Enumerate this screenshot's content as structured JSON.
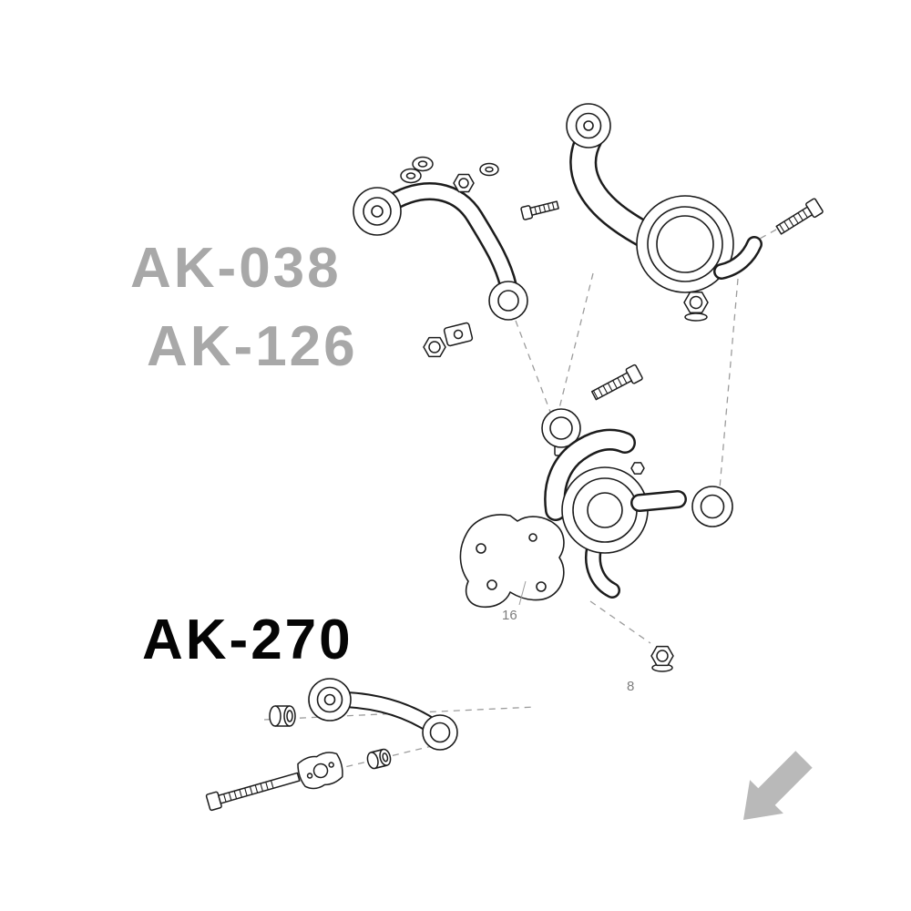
{
  "labels": {
    "ak038": "AK-038",
    "ak126": "AK-126",
    "ak270": "AK-270"
  },
  "part_numbers": {
    "knuckle": "16",
    "nut": "8"
  },
  "colors": {
    "bg": "#ffffff",
    "muted_label": "#a8a8a8",
    "active_label": "#050505",
    "part_number": "#7d7d7d",
    "line": "#1c1c1c",
    "dash": "#9c9c9c",
    "arrow": "#b9b9b9"
  }
}
